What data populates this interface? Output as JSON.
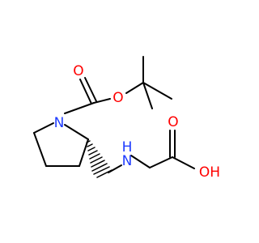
{
  "molecule": {
    "atoms": {
      "carbonyl_oxygen": "O",
      "ester_oxygen": "O",
      "ring_nitrogen": "N",
      "amine_nitrogen": "N",
      "amine_hydrogen": "H",
      "acid_carbonyl_oxygen": "O",
      "hydroxyl": "OH"
    },
    "colors": {
      "bond": "#000000",
      "oxygen": "#ff0000",
      "nitrogen": "#1f3cff",
      "background": "#ffffff"
    }
  }
}
